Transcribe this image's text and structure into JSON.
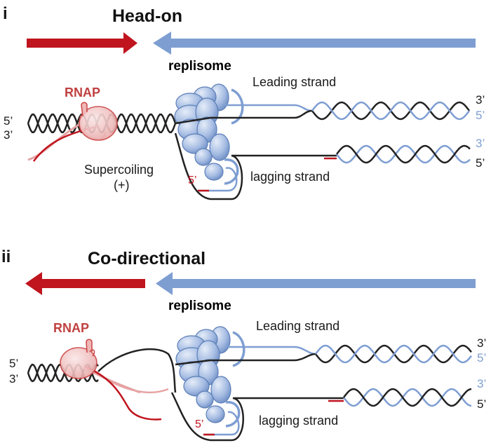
{
  "colors": {
    "red": "#c0141e",
    "blue": "#7e9ed2",
    "dark": "#222222",
    "pink": "#e6a3a3",
    "rnap_fill": "#f3c9c9",
    "subunit_fill": "#a7bde3",
    "subunit_stroke": "#5c7fb8"
  },
  "panels": [
    {
      "label": "i",
      "title": "Head-on",
      "replisome": "replisome",
      "rnap": "RNAP",
      "leading": "Leading strand",
      "lagging": "lagging strand",
      "supercoiling": "Supercoiling",
      "supercoiling_sign": "(+)",
      "primer_5": "5’",
      "left_top": "5’",
      "left_bottom": "3’",
      "right_1": "3’",
      "right_2": "5’",
      "right_3": "3’",
      "right_4": "5’"
    },
    {
      "label": "ii",
      "title": "Co-directional",
      "replisome": "replisome",
      "rnap": "RNAP",
      "leading": "Leading strand",
      "lagging": "lagging strand",
      "primer_5": "5’",
      "left_top": "5’",
      "left_bottom": "3’",
      "right_1": "3’",
      "right_2": "5’",
      "right_3": "3’",
      "right_4": "5’"
    }
  ]
}
